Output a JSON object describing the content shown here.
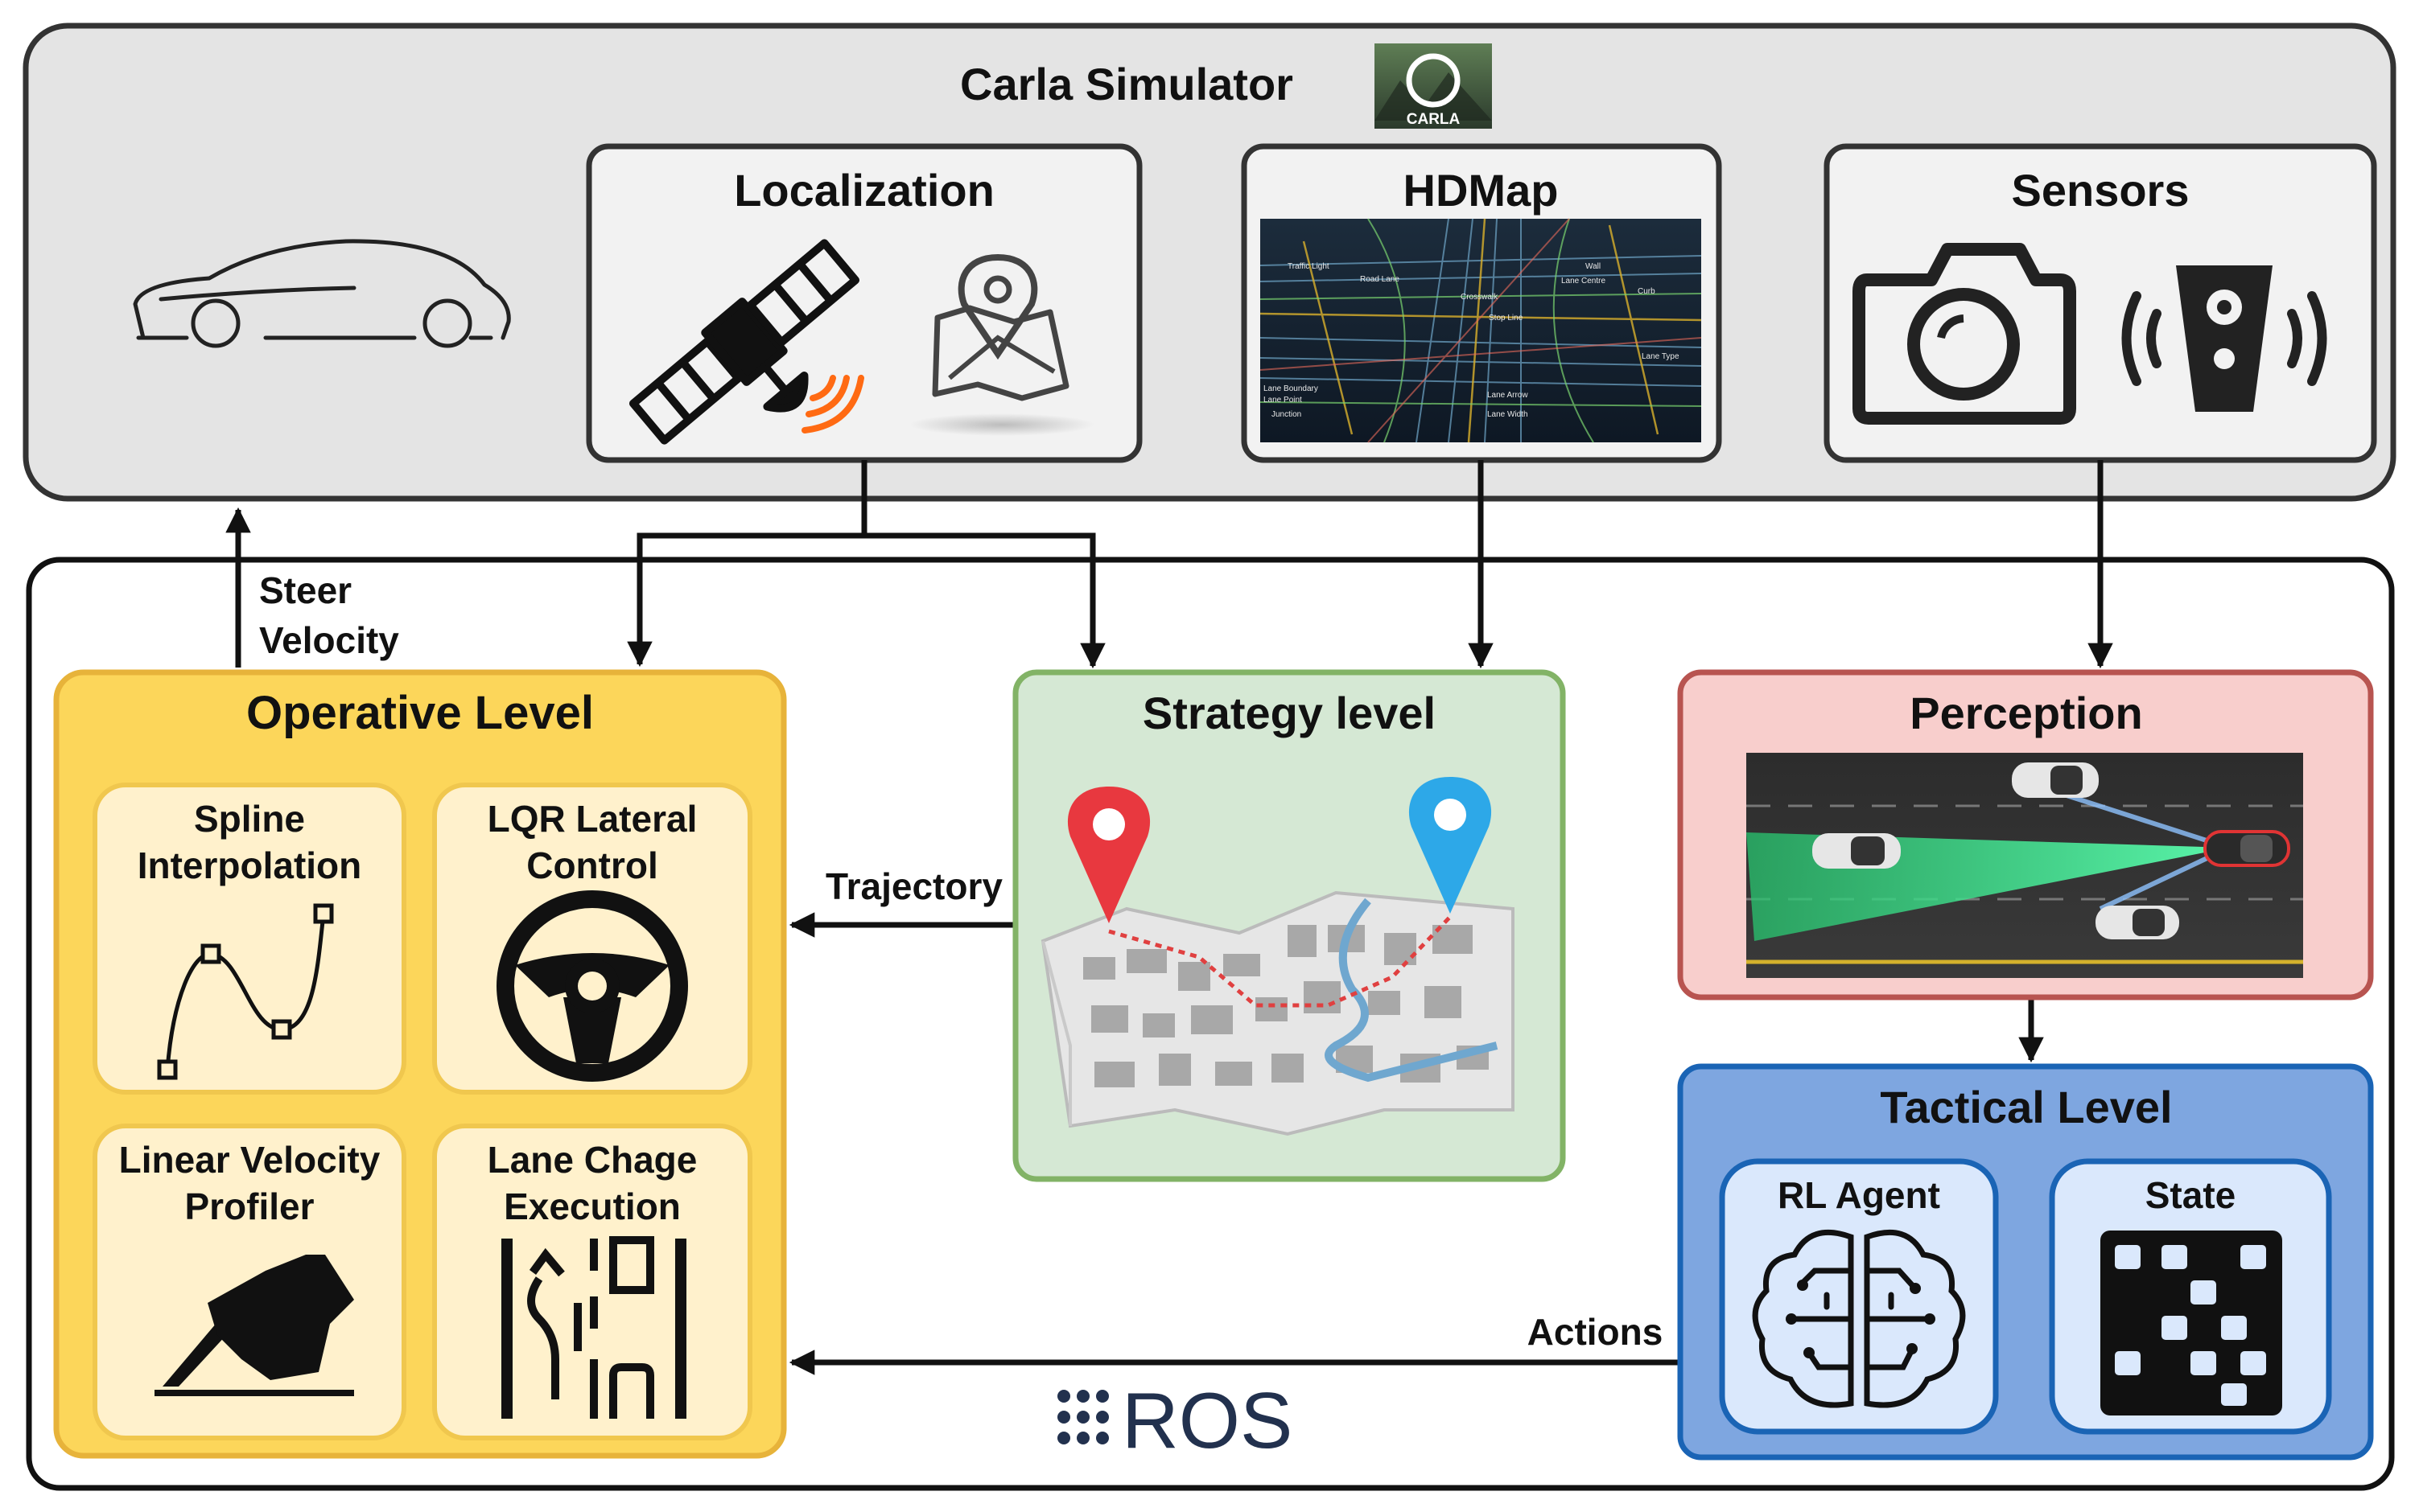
{
  "diagram": {
    "simulator": {
      "title": "Carla Simulator",
      "logo_text": "CARLA"
    },
    "modules": {
      "localization": "Localization",
      "hdmap": "HDMap",
      "sensors": "Sensors"
    },
    "hdmap_labels": [
      "Traffic Light",
      "Road Lane",
      "Crosswalk",
      "Stop Line",
      "Lane Boundary",
      "Lane Point",
      "Lane Arrow",
      "Lane Width",
      "Junction",
      "Lane Centre",
      "Curb",
      "Wall",
      "Lane Type"
    ],
    "signals": {
      "steer": "Steer",
      "velocity": "Velocity",
      "trajectory": "Trajectory",
      "actions": "Actions"
    },
    "operative": {
      "title": "Operative Level",
      "spline": [
        "Spline",
        "Interpolation"
      ],
      "lqr": [
        "LQR Lateral",
        "Control"
      ],
      "velocity_profiler": [
        "Linear Velocity",
        "Profiler"
      ],
      "lane_change": [
        "Lane Chage",
        "Execution"
      ]
    },
    "strategy": {
      "title": "Strategy level"
    },
    "perception": {
      "title": "Perception"
    },
    "tactical": {
      "title": "Tactical Level",
      "agent": "RL Agent",
      "state": "State"
    },
    "middleware": {
      "name": "ROS"
    },
    "colors": {
      "simulator_bg": "#e4e4e4",
      "module_bg": "#f2f2f2",
      "operative_bg": "#fcd65a",
      "operative_border": "#e7b33a",
      "operative_card": "#fff1cc",
      "strategy_bg": "#d5e8d4",
      "strategy_border": "#82b366",
      "perception_bg": "#f8cecc",
      "perception_border": "#b85450",
      "tactical_bg": "#7ea6e0",
      "tactical_border": "#1a64b5",
      "tactical_card": "#dae8fc",
      "ros_color": "#22314e",
      "gps_signal": "#ff6a13",
      "pin_red": "#e8383f",
      "pin_blue": "#2da8e8"
    },
    "icons": [
      "car-outline-icon",
      "satellite-icon",
      "map-pin-icon",
      "camera-icon",
      "radar-icon",
      "spline-curve-icon",
      "steering-wheel-icon",
      "pedal-icon",
      "lane-change-icon",
      "city-map-icon",
      "brain-circuit-icon",
      "state-grid-icon",
      "ros-logo-icon"
    ]
  }
}
